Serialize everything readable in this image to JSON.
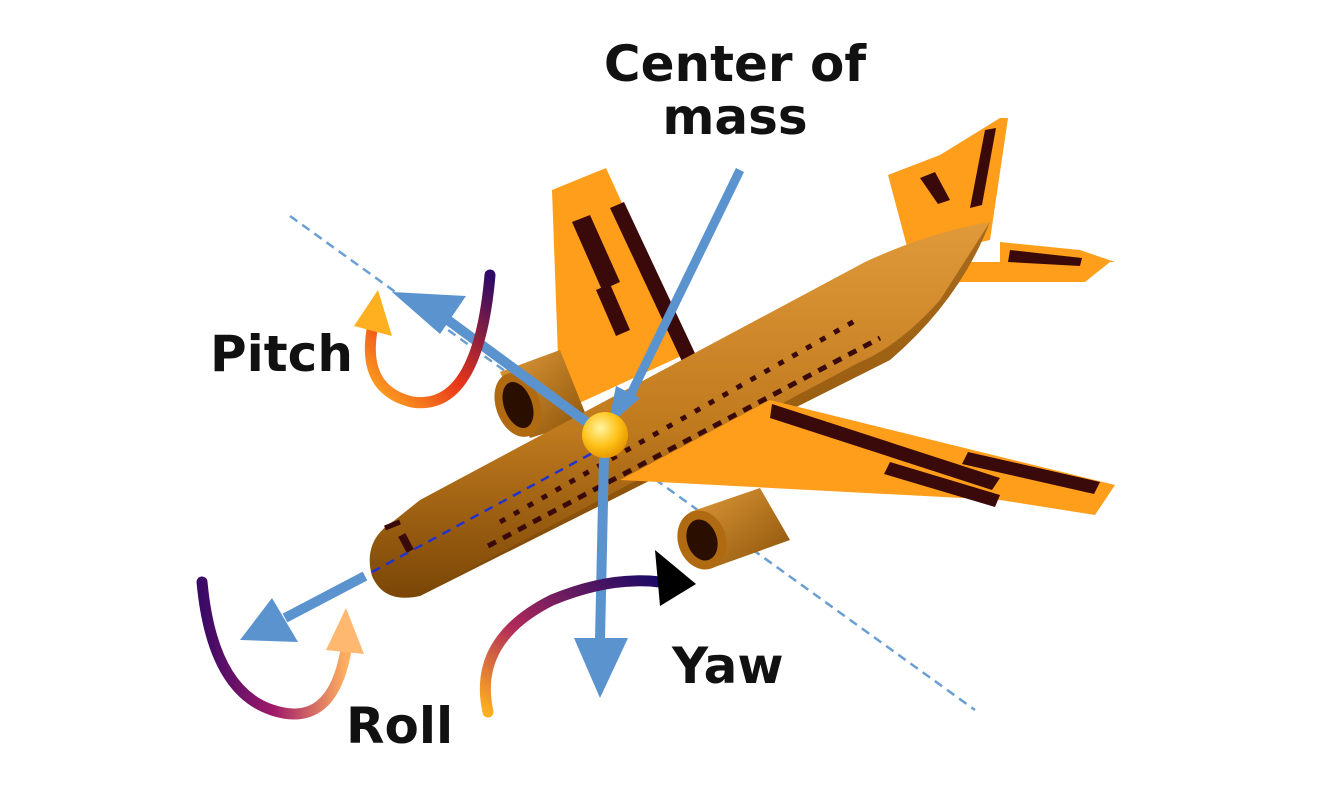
{
  "labels": {
    "center_of_mass_line1": "Center of",
    "center_of_mass_line2": "mass",
    "pitch": "Pitch",
    "yaw": "Yaw",
    "roll": "Roll"
  },
  "colors": {
    "fuselage": "#c07a1e",
    "fuselage_dark": "#7a4606",
    "wing": "#ff9e1b",
    "stripe": "#3a0a0a",
    "axis_arrow": "#5b93cf",
    "axis_dashed": "#6b9fd3",
    "roll_axis_dashed": "#2233cc",
    "center_of_mass": "#ffc21a",
    "rotation_start": "#ffd07a",
    "rotation_mid": "#e8541a",
    "rotation_end": "#3a0a66"
  }
}
